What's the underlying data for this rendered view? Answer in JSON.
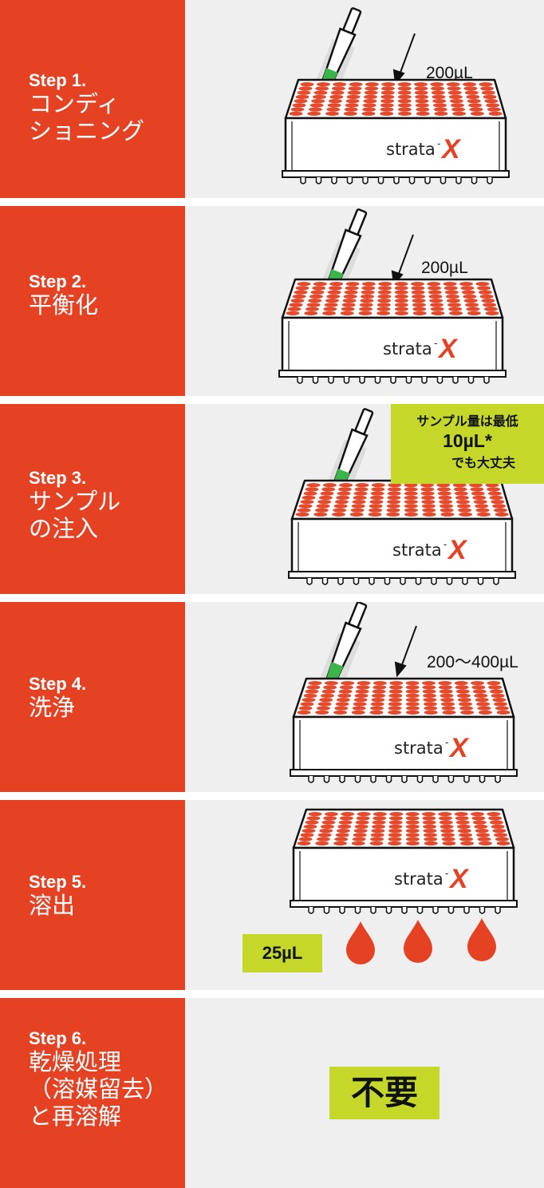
{
  "colors": {
    "arrow": "#e54224",
    "panel": "#efefef",
    "well": "#e64a2c",
    "lime": "#c5d82a",
    "liquid": "#3bb54a",
    "brand_x": "#e54224"
  },
  "brand": {
    "text": "strata",
    "mark": "X"
  },
  "steps": [
    {
      "step": "Step 1.",
      "lines": [
        "コンディ",
        "ショニング"
      ],
      "volume": "200µL"
    },
    {
      "step": "Step 2.",
      "lines": [
        "平衡化"
      ],
      "volume": "200µL"
    },
    {
      "step": "Step 3.",
      "lines": [
        "サンプル",
        "の注入"
      ],
      "callout": {
        "line1": "サンプル量は最低",
        "line2": "10µL*",
        "line3": "でも大丈夫"
      }
    },
    {
      "step": "Step 4.",
      "lines": [
        "洗浄"
      ],
      "volume": "200～400µL"
    },
    {
      "step": "Step 5.",
      "lines": [
        "溶出"
      ],
      "volume": "25µL"
    },
    {
      "step": "Step 6.",
      "lines": [
        "乾燥処理",
        "（溶媒留去）",
        "と再溶解"
      ],
      "result": "不要"
    }
  ],
  "icons": [
    "pipette-icon",
    "well-plate-icon",
    "droplet-icon",
    "arrow-icon"
  ]
}
